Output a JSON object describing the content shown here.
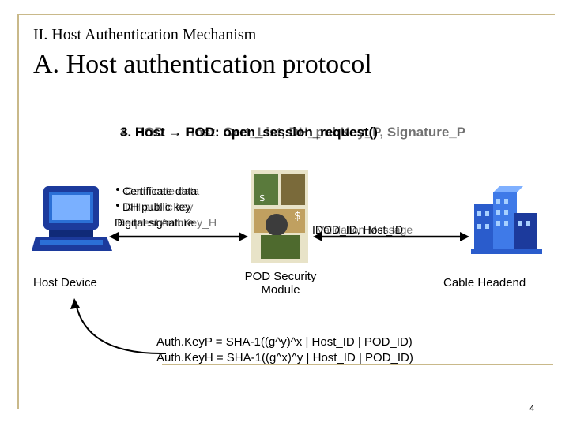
{
  "header": {
    "section_title": "II. Host Authentication Mechanism",
    "main_title": "A. Host authentication protocol"
  },
  "steps": {
    "label_a": "3. Host → POD: open_session_request()",
    "label_b": "4. POD → Host: Cert_List, DH_pubKey_P, Signature_P"
  },
  "left_messages": {
    "lines": [
      "Certificate data",
      "DH public key",
      "Digital signature"
    ],
    "overlay": [
      "Certificate data",
      "DH public key",
      "Request AuthKey_H"
    ]
  },
  "right_messages": {
    "label_a": "IDOD_ID, Host_ID",
    "label_b": "Validation Message"
  },
  "devices": {
    "host": "Host Device",
    "pod_line1": "POD Security",
    "pod_line2": "Module",
    "headend": "Cable Headend"
  },
  "formulas": {
    "line1": "Auth.KeyP = SHA-1((g^y)^x | Host_ID | POD_ID)",
    "line2": "Auth.KeyH = SHA-1((g^x)^y | Host_ID | POD_ID)"
  },
  "page_number": "4",
  "colors": {
    "frame": "#c9b98a",
    "computer_blue": "#1c3a9c",
    "pod_green": "#5a7a3c",
    "building_blue": "#2a5ccc"
  }
}
